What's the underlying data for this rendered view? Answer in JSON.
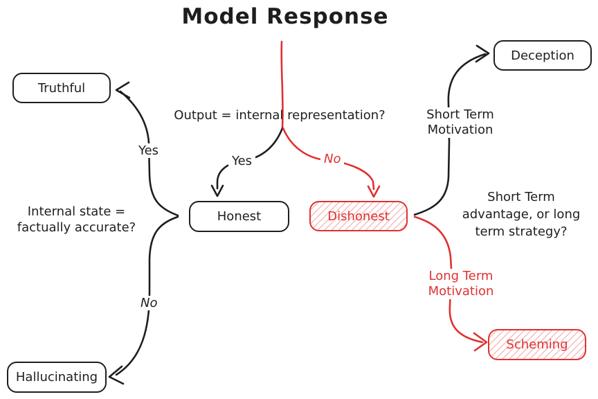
{
  "title": "Model Response",
  "colors": {
    "stroke_black": "#1e1e1e",
    "stroke_red": "#e03131",
    "hatch_fill_red": "rgba(224,49,49,0.32)",
    "background": "#ffffff"
  },
  "questions": {
    "output_vs_internal": "Output = internal representation?",
    "internal_state": [
      "Internal state =",
      "factually accurate?"
    ],
    "term_strategy": [
      "Short Term",
      "advantage, or long",
      "term strategy?"
    ]
  },
  "branch_labels": {
    "output_yes": "Yes",
    "output_no": "No",
    "internal_yes": "Yes",
    "internal_no": "No",
    "short_term": [
      "Short Term",
      "Motivation"
    ],
    "long_term": [
      "Long Term",
      "Motivation"
    ]
  },
  "nodes": {
    "honest": {
      "label": "Honest",
      "color": "#1e1e1e",
      "fill": "none"
    },
    "dishonest": {
      "label": "Dishonest",
      "color": "#e03131",
      "fill": "hatch"
    },
    "truthful": {
      "label": "Truthful",
      "color": "#1e1e1e",
      "fill": "none"
    },
    "hallucinating": {
      "label": "Hallucinating",
      "color": "#1e1e1e",
      "fill": "none"
    },
    "deception": {
      "label": "Deception",
      "color": "#1e1e1e",
      "fill": "none"
    },
    "scheming": {
      "label": "Scheming",
      "color": "#e03131",
      "fill": "hatch"
    }
  }
}
